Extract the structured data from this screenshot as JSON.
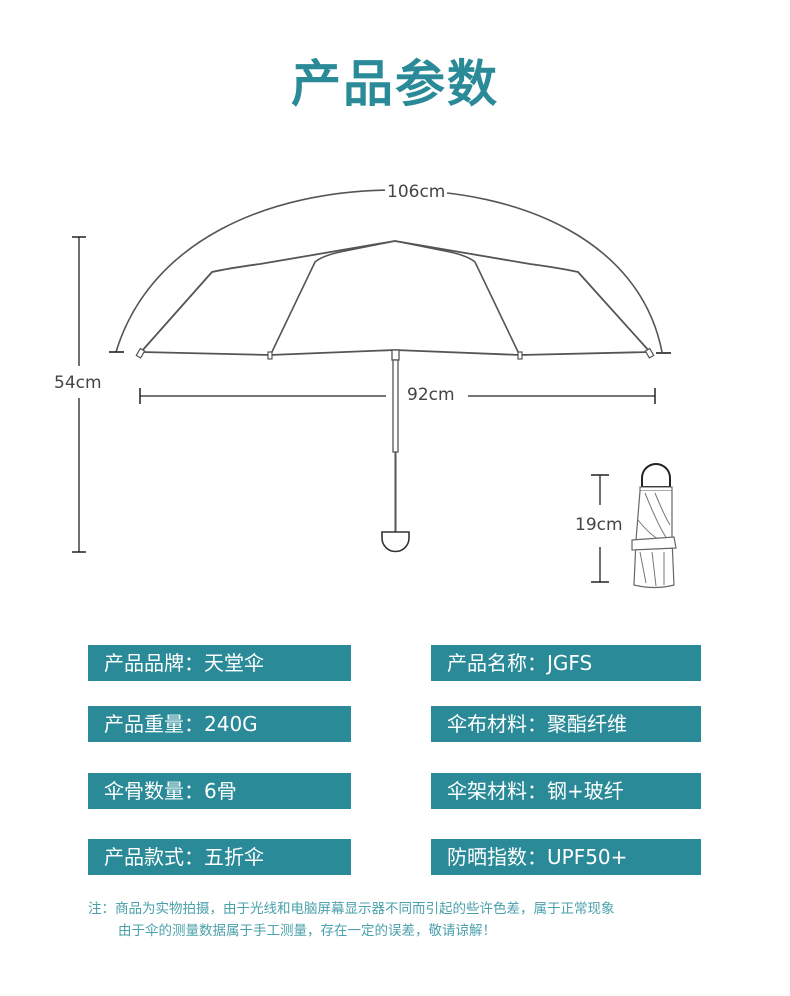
{
  "title": "产品参数",
  "diagram": {
    "arc_length": "106cm",
    "height": "54cm",
    "diameter": "92cm",
    "folded_length": "19cm"
  },
  "specs": [
    {
      "key": "产品品牌：",
      "value": "天堂伞"
    },
    {
      "key": "产品名称：",
      "value": "JGFS"
    },
    {
      "key": "产品重量：",
      "value": "240G"
    },
    {
      "key": "伞布材料：",
      "value": "聚酯纤维"
    },
    {
      "key": "伞骨数量：",
      "value": "6骨"
    },
    {
      "key": "伞架材料：",
      "value": "钢+玻纤"
    },
    {
      "key": "产品款式：",
      "value": "五折伞"
    },
    {
      "key": "防晒指数：",
      "value": "UPF50+"
    }
  ],
  "note": {
    "line1": "注：商品为实物拍摄，由于光线和电脑屏幕显示器不同而引起的些许色差，属于正常现象",
    "line2": "由于伞的测量数据属于手工测量，存在一定的误差，敬请谅解！"
  },
  "colors": {
    "accent": "#2a8a97",
    "note": "#4aa0ab",
    "line": "#555555"
  }
}
